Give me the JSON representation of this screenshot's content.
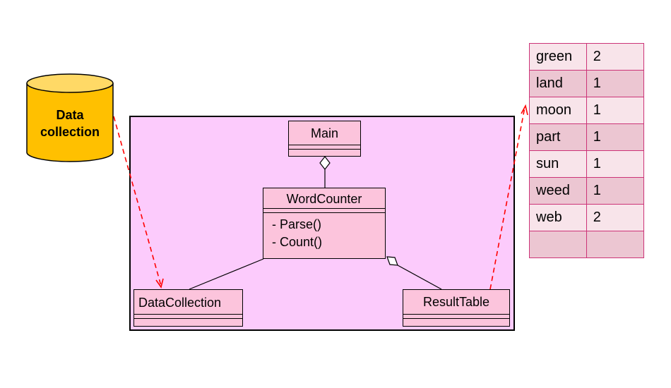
{
  "data_store": {
    "label_line1": "Data",
    "label_line2": "collection",
    "fill": "#ffc000",
    "fill_top": "#ffd966"
  },
  "package": {
    "fill": "#fccbfc"
  },
  "classes": {
    "main": {
      "name": "Main"
    },
    "word_counter": {
      "name": "WordCounter",
      "operations": [
        "- Parse()",
        "- Count()"
      ]
    },
    "data_collection": {
      "name": "DataCollection"
    },
    "result_table": {
      "name": "ResultTable"
    }
  },
  "class_fill": "#fcc4dc",
  "relations": [
    {
      "from": "WordCounter",
      "to": "Main",
      "type": "aggregation"
    },
    {
      "from": "DataCollection",
      "to": "WordCounter",
      "type": "association"
    },
    {
      "from": "ResultTable",
      "to": "WordCounter",
      "type": "aggregation"
    },
    {
      "from": "Data collection",
      "to": "DataCollection",
      "type": "dashed-flow",
      "color": "#ff0000"
    },
    {
      "from": "ResultTable",
      "to": "result table",
      "type": "dashed-flow",
      "color": "#ff0000"
    }
  ],
  "result_table": {
    "rows": [
      {
        "word": "green",
        "count": "2"
      },
      {
        "word": "land",
        "count": "1"
      },
      {
        "word": "moon",
        "count": "1"
      },
      {
        "word": "part",
        "count": "1"
      },
      {
        "word": "sun",
        "count": "1"
      },
      {
        "word": "weed",
        "count": "1"
      },
      {
        "word": "web",
        "count": "2"
      },
      {
        "word": "",
        "count": ""
      }
    ],
    "border_color": "#cc3377"
  }
}
